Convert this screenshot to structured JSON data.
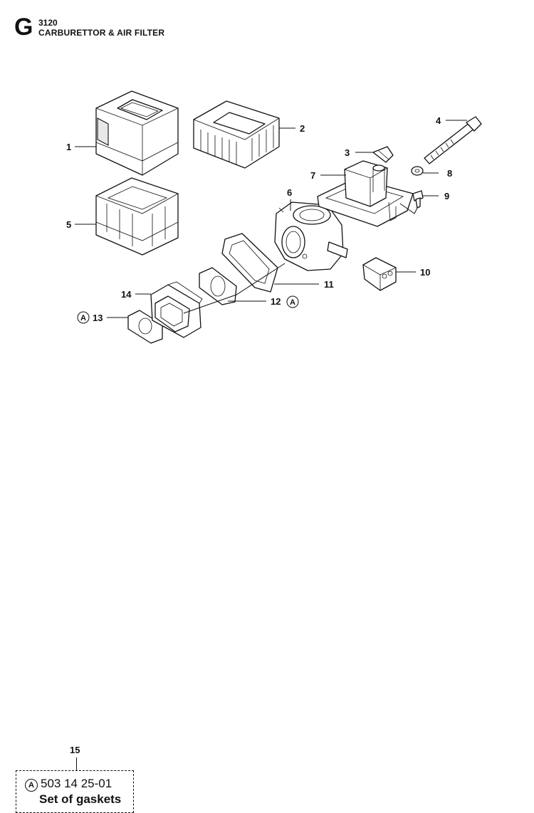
{
  "header": {
    "section_letter": "G",
    "model_number": "3120",
    "section_title": "CARBURETTOR & AIR FILTER"
  },
  "callouts": [
    "1",
    "2",
    "3",
    "4",
    "5",
    "6",
    "7",
    "8",
    "9",
    "10",
    "11",
    "12",
    "13",
    "14"
  ],
  "markers": {
    "a_symbol": "A"
  },
  "kit": {
    "number": "15",
    "marker": "A",
    "part_number": "503 14 25-01",
    "description": "Set of gaskets"
  }
}
